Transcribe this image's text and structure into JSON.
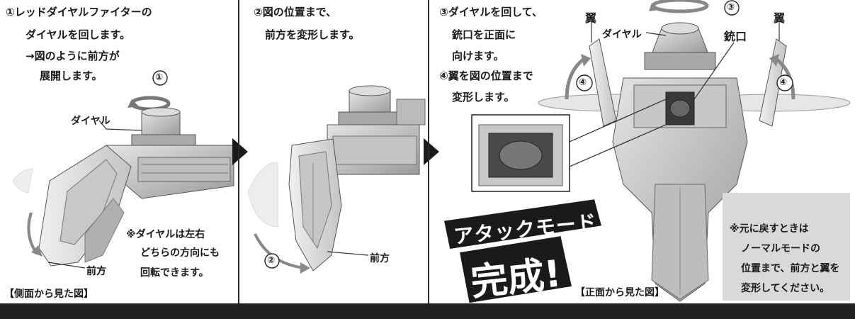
{
  "panel1": {
    "step1_line1": "①レッドダイヤルファイターの",
    "step1_line2": "ダイヤルを回します。",
    "step1_line3": "→図のように前方が",
    "step1_line4": "展開します。",
    "marker": "①",
    "dial_label": "ダイヤル",
    "note_line1": "※ダイヤルは左右",
    "note_line2": "どちらの方向にも",
    "note_line3": "回転できます。",
    "front_label": "前方",
    "caption": "【側面から見た図】"
  },
  "panel2": {
    "step2_line1": "②図の位置まで、",
    "step2_line2": "前方を変形します。",
    "marker": "②",
    "front_label": "前方"
  },
  "panel3": {
    "step3_line1": "③ダイヤルを回して、",
    "step3_line2": "銃口を正面に",
    "step3_line3": "向けます。",
    "step4_line1": "④翼を図の位置まで",
    "step4_line2": "変形します。",
    "marker3": "③",
    "marker4_left": "④",
    "marker4_right": "④",
    "wing_label_left": "翼",
    "wing_label_right": "翼",
    "dial_label": "ダイヤル",
    "muzzle_label": "銃口",
    "title_top": "アタックモード",
    "title_bottom": "完成!",
    "caption": "【正面から見た図】",
    "note_line1": "※元に戻すときは",
    "note_line2": "ノーマルモードの",
    "note_line3": "位置まで、前方と翼を",
    "note_line4": "変形してください。"
  }
}
